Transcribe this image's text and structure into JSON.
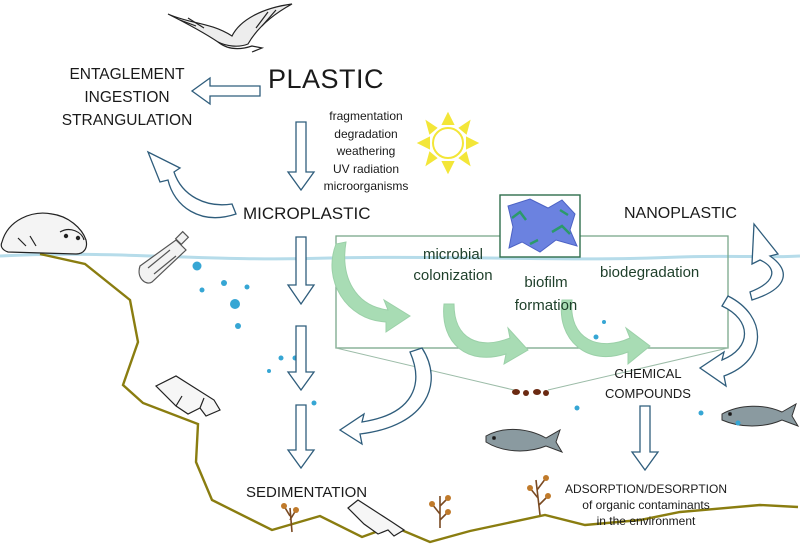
{
  "labels": {
    "plastic": "PLASTIC",
    "effects": [
      "ENTAGLEMENT",
      "INGESTION",
      "STRANGULATION"
    ],
    "processes": [
      "fragmentation",
      "degradation",
      "weathering",
      "UV radiation",
      "microorganisms"
    ],
    "microplastic": "MICROPLASTIC",
    "nanoplastic": "NANOPLASTIC",
    "microbial_colonization": [
      "microbial",
      "colonization"
    ],
    "biofilm_formation": [
      "biofilm",
      "formation"
    ],
    "biodegradation": "biodegradation",
    "chemical_compounds": [
      "CHEMICAL",
      "COMPOUNDS"
    ],
    "sedimentation": "SEDIMENTATION",
    "adsorption": [
      "ADSORPTION/DESORPTION",
      "of organic contaminants",
      "in the environment"
    ]
  },
  "colors": {
    "arrow_outline": "#2f5d7c",
    "green_arrow": "#a8dcb4",
    "box_border": "#7aa88a",
    "water_line": "#b6dcea",
    "seafloor": "#8a7d10",
    "bubble": "#36a6d4",
    "sun": "#f3e638"
  }
}
